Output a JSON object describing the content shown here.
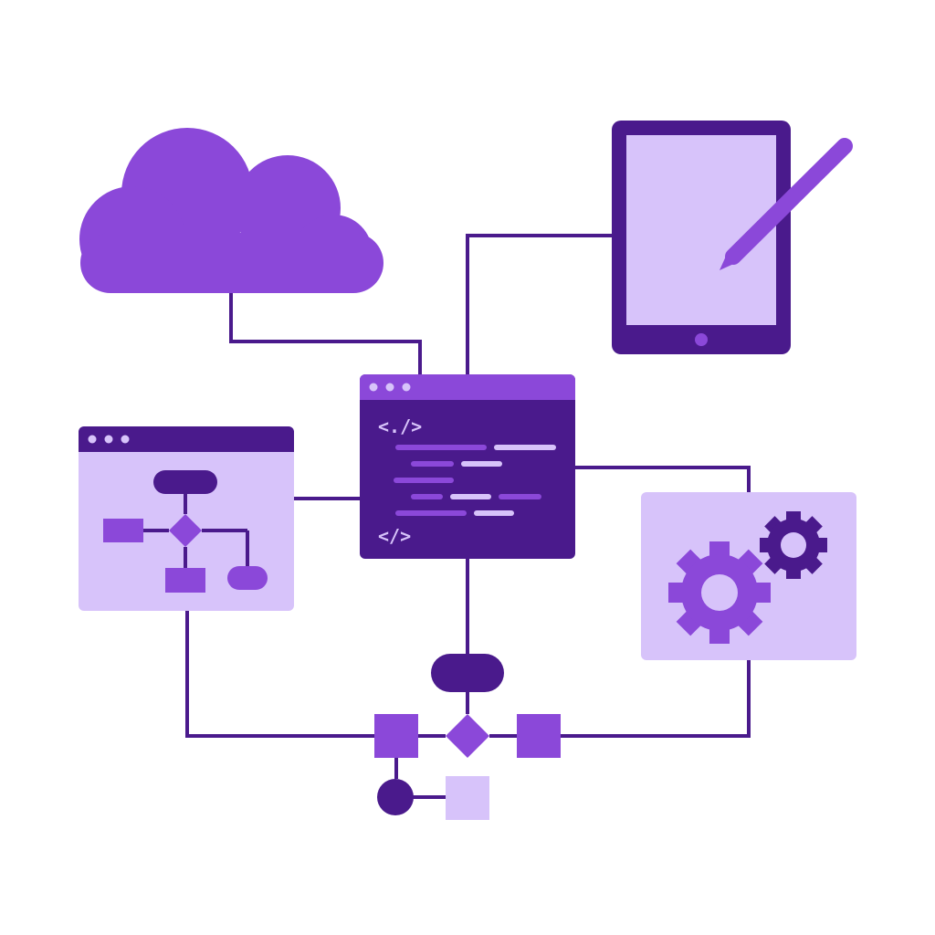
{
  "diagram": {
    "code_window": {
      "open_tag": "<./>",
      "close_tag": "</>"
    },
    "colors": {
      "dark_purple": "#4a1a8c",
      "mid_purple": "#8b48d9",
      "light_purple": "#d7c3fa",
      "background": "#ffffff",
      "code_text": "#d7c3fa"
    },
    "icons": [
      "cloud-icon",
      "tablet-icon",
      "pencil-icon",
      "code-editor-window",
      "flowchart-window",
      "gears-panel",
      "flowchart-graph"
    ]
  }
}
